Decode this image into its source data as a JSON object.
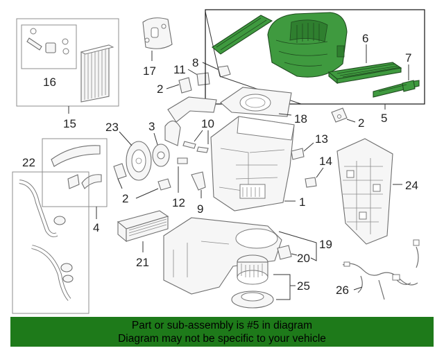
{
  "callouts": {
    "c1": "1",
    "c2a": "2",
    "c2b": "2",
    "c2c": "2",
    "c3": "3",
    "c4": "4",
    "c5": "5",
    "c6": "6",
    "c7": "7",
    "c8": "8",
    "c9": "9",
    "c10": "10",
    "c11": "11",
    "c12": "12",
    "c13": "13",
    "c14": "14",
    "c15": "15",
    "c16": "16",
    "c17": "17",
    "c18": "18",
    "c19": "19",
    "c20": "20",
    "c21": "21",
    "c22": "22",
    "c23": "23",
    "c24": "24",
    "c25": "25",
    "c26": "26"
  },
  "highlight": {
    "color": "#3f9a3f",
    "part_numbers": [
      "5",
      "6",
      "7"
    ]
  },
  "banner": {
    "line1": "Part or sub-assembly is #5 in diagram",
    "line2": "Diagram may not be specific to your vehicle",
    "background": "#1e7a1a"
  }
}
